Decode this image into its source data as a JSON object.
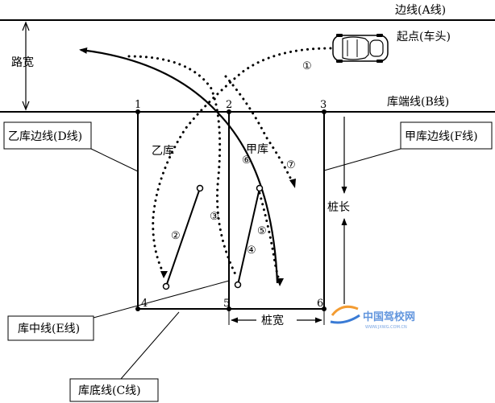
{
  "lines": {
    "a_line": "边线(A线)",
    "b_line": "库端线(B线)",
    "start": "起点(车头)",
    "road_width": "路宽"
  },
  "bays": {
    "left": "乙库",
    "right": "甲库"
  },
  "callouts": {
    "d_line": "乙库边线(D线)",
    "f_line": "甲库边线(F线)",
    "e_line": "库中线(E线)",
    "c_line": "库底线(C线)"
  },
  "dimensions": {
    "pile_length": "桩长",
    "pile_width": "桩宽"
  },
  "points": [
    "1",
    "2",
    "3",
    "4",
    "5",
    "6"
  ],
  "steps": [
    "①",
    "②",
    "③",
    "④",
    "⑤",
    "⑥",
    "⑦"
  ],
  "watermark": {
    "text": "中国驾校网",
    "url": "WWW.JXWG.COM.CN"
  },
  "colors": {
    "line": "#000000",
    "watermark_blue": "#3a7bd5",
    "watermark_orange": "#f39c32"
  }
}
